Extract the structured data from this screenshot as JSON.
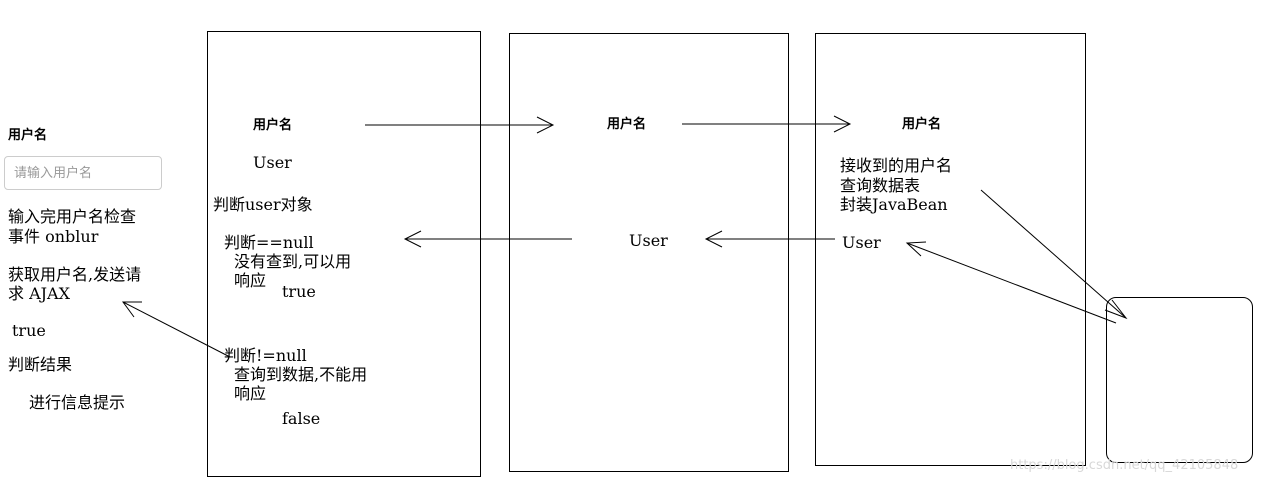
{
  "form": {
    "label": "用户名",
    "placeholder": "请输入用户名",
    "note_event_1": "输入完用户名检查",
    "note_event_2": "事件 onblur",
    "note_ajax_1": "获取用户名,发送请",
    "note_ajax_2": "求 AJAX",
    "result_true": "true",
    "judge_result": "判断结果",
    "info_hint": "进行信息提示"
  },
  "col1": {
    "username": "用户名",
    "user": "User",
    "judge_object": "判断user对象",
    "eq_null": "判断==null",
    "eq_null_desc_1": "没有查到,可以用",
    "eq_null_desc_2": "响应",
    "eq_null_value": "true",
    "ne_null": "判断!=null",
    "ne_null_desc_1": "查询到数据,不能用",
    "ne_null_desc_2": "响应",
    "ne_null_value": "false"
  },
  "col2": {
    "username": "用户名",
    "user": "User"
  },
  "col3": {
    "username": "用户名",
    "desc_1": "接收到的用户名",
    "desc_2": "查询数据表",
    "desc_3": "封装JavaBean",
    "user": "User"
  },
  "watermark": "https://blog.csdn.net/qq_42105848"
}
